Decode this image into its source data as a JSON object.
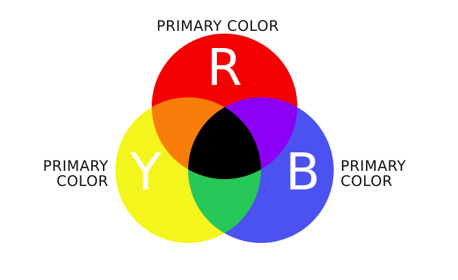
{
  "labels": {
    "top": "PRIMARY COLOR",
    "left_line1": "PRIMARY",
    "left_line2": "COLOR",
    "right_line1": "PRIMARY",
    "right_line2": "COLOR"
  },
  "circles": {
    "red": {
      "letter": "R",
      "color": "#f40000"
    },
    "yellow": {
      "letter": "Y",
      "color": "#f5f51e"
    },
    "blue": {
      "letter": "B",
      "color": "#4b52f0"
    }
  },
  "overlaps": {
    "red_yellow": "#f97d08",
    "red_blue": "#8b00f4",
    "yellow_blue": "#26c857",
    "center": "#000000"
  }
}
